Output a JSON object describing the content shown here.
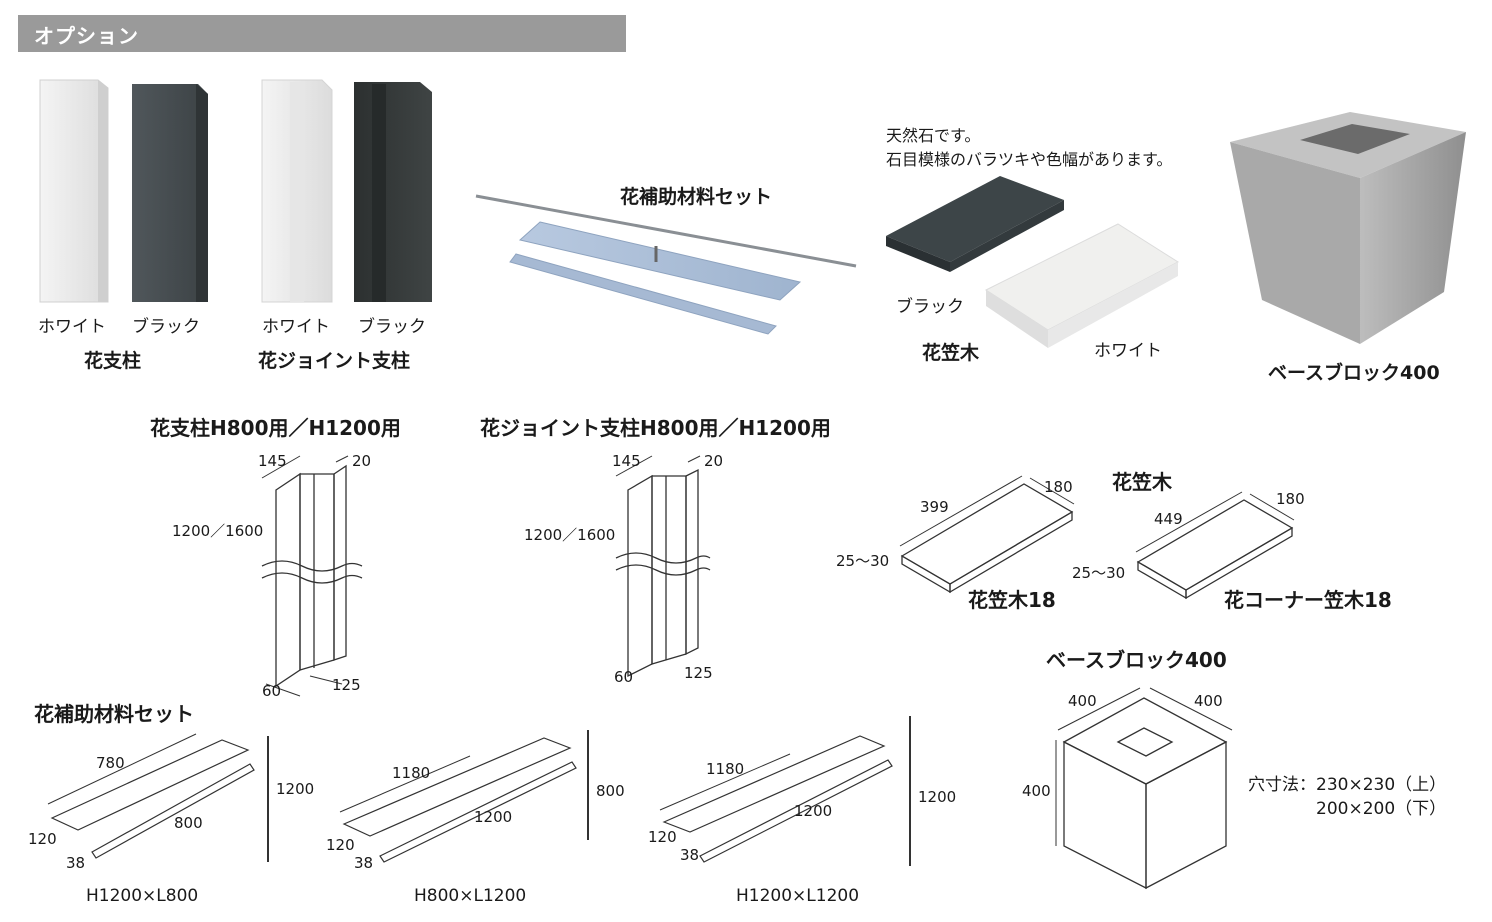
{
  "header": {
    "title": "オプション"
  },
  "photos": {
    "hana_shichu": {
      "left_color": "ホワイト",
      "right_color": "ブラック",
      "name": "花支柱"
    },
    "hana_joint": {
      "left_color": "ホワイト",
      "right_color": "ブラック",
      "name": "花ジョイント支柱"
    },
    "hojo_set": {
      "name": "花補助材料セット"
    },
    "kasagi": {
      "note_line1": "天然石です。",
      "note_line2": "石目模様のバラツキや色幅があります。",
      "black": "ブラック",
      "white": "ホワイト",
      "name": "花笠木"
    },
    "base_block": {
      "name": "ベースブロック400"
    }
  },
  "drawings": {
    "shichu": {
      "title": "花支柱H800用／H1200用",
      "width": "145",
      "thick": "20",
      "height": "1200／1600",
      "depth": "60",
      "flange": "125"
    },
    "joint": {
      "title": "花ジョイント支柱H800用／H1200用",
      "width": "145",
      "thick": "20",
      "height": "1200／1600",
      "depth": "60",
      "flange": "125"
    },
    "kasagi": {
      "title": "花笠木",
      "a": {
        "length": "399",
        "width": "180",
        "thick": "25〜30",
        "name": "花笠木18"
      },
      "b": {
        "length": "449",
        "width": "180",
        "thick": "25〜30",
        "name": "花コーナー笠木18"
      }
    },
    "base": {
      "title": "ベースブロック400",
      "w1": "400",
      "w2": "400",
      "h": "400",
      "hole_label": "穴寸法：230×230（上）",
      "hole_label2": "200×200（下）"
    },
    "hojo": {
      "title": "花補助材料セット",
      "sets": [
        {
          "length": "780",
          "plate": "800",
          "width": "120",
          "bar": "38",
          "rod": "1200",
          "caption": "H1200×L800"
        },
        {
          "length": "1180",
          "plate": "1200",
          "width": "120",
          "bar": "38",
          "rod": "800",
          "caption": "H800×L1200"
        },
        {
          "length": "1180",
          "plate": "1200",
          "width": "120",
          "bar": "38",
          "rod": "1200",
          "caption": "H1200×L1200"
        }
      ]
    }
  }
}
